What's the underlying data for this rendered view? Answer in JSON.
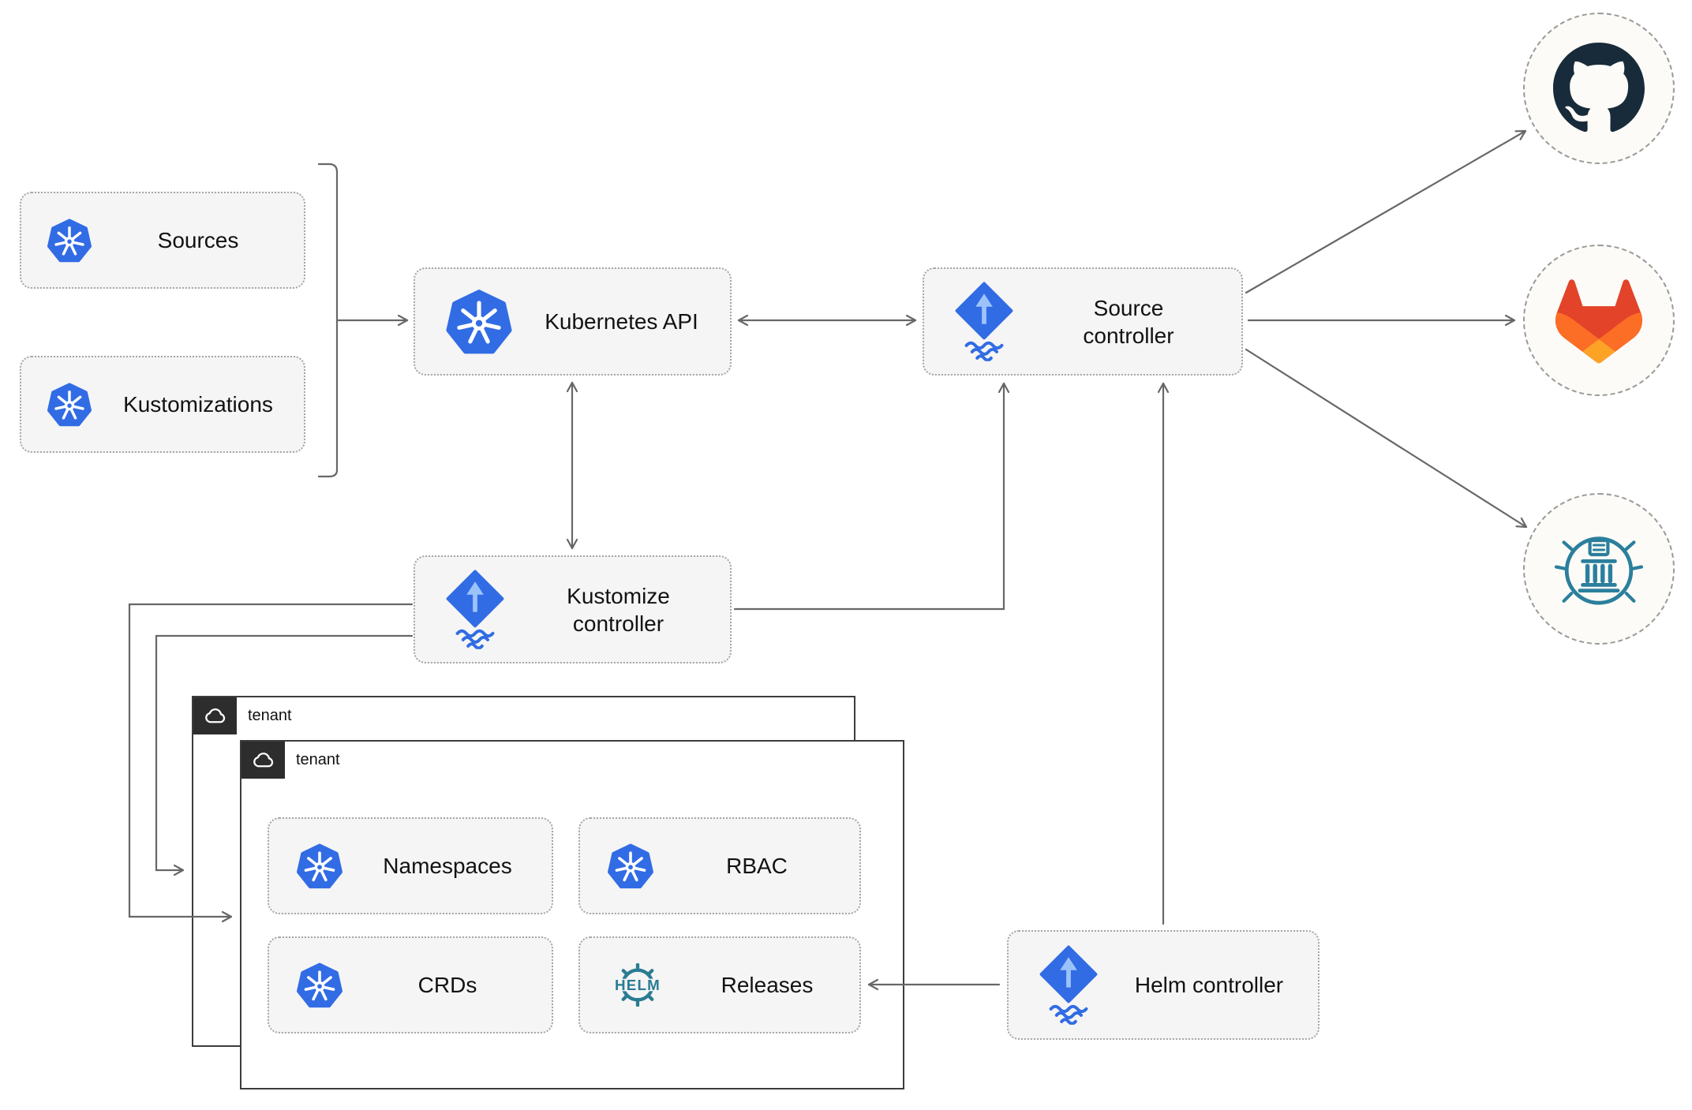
{
  "nodes": {
    "sources": {
      "label": "Sources",
      "icon": "kubernetes-icon"
    },
    "kustomizations": {
      "label": "Kustomizations",
      "icon": "kubernetes-icon"
    },
    "kubernetes_api": {
      "label": "Kubernetes API",
      "icon": "kubernetes-icon"
    },
    "source_controller": {
      "label": "Source controller",
      "icon": "flux-icon"
    },
    "kustomize_controller": {
      "label": "Kustomize controller",
      "icon": "flux-icon"
    },
    "helm_controller": {
      "label": "Helm controller",
      "icon": "flux-icon"
    },
    "namespaces": {
      "label": "Namespaces",
      "icon": "kubernetes-icon"
    },
    "rbac": {
      "label": "RBAC",
      "icon": "kubernetes-icon"
    },
    "crds": {
      "label": "CRDs",
      "icon": "kubernetes-icon"
    },
    "releases": {
      "label": "Releases",
      "icon": "helm-icon"
    }
  },
  "groups": {
    "tenant_back": {
      "label": "tenant",
      "icon": "cloud-icon"
    },
    "tenant_front": {
      "label": "tenant",
      "icon": "cloud-icon"
    }
  },
  "endpoints": {
    "github": {
      "icon": "github-icon"
    },
    "gitlab": {
      "icon": "gitlab-icon"
    },
    "chartmuseum": {
      "icon": "chartmuseum-icon"
    }
  },
  "icons": {
    "helm_text": "HELM"
  },
  "edges": [
    {
      "from": "sources_kustomizations_group",
      "to": "kubernetes_api",
      "arrows": "end"
    },
    {
      "from": "kubernetes_api",
      "to": "source_controller",
      "arrows": "both"
    },
    {
      "from": "kubernetes_api",
      "to": "kustomize_controller",
      "arrows": "both"
    },
    {
      "from": "kustomize_controller",
      "to": "source_controller",
      "arrows": "end"
    },
    {
      "from": "helm_controller",
      "to": "source_controller",
      "arrows": "end"
    },
    {
      "from": "helm_controller",
      "to": "releases",
      "arrows": "end"
    },
    {
      "from": "source_controller",
      "to": "github",
      "arrows": "end"
    },
    {
      "from": "source_controller",
      "to": "gitlab",
      "arrows": "end"
    },
    {
      "from": "source_controller",
      "to": "chartmuseum",
      "arrows": "end"
    },
    {
      "from": "kustomize_controller",
      "to": "tenant_front",
      "arrows": "end"
    },
    {
      "from": "kustomize_controller",
      "to": "tenant_back",
      "arrows": "end"
    }
  ],
  "colors": {
    "kubernetes_blue": "#326CE5",
    "flux_blue": "#316CE4",
    "flux_arrow_light": "#9CC3F9",
    "github_dark": "#182B3A",
    "gitlab_red": "#E24329",
    "gitlab_orange": "#FC6D26",
    "gitlab_yellow": "#FCA326",
    "helm_teal": "#2B7C93",
    "chartmuseum_teal": "#2B7F9C",
    "connector_gray": "#676767",
    "node_fill": "#F5F5F5",
    "node_border": "#A6A6A6",
    "tenant_border": "#3C3C3C",
    "tenant_badge_bg": "#2D2D2D"
  }
}
